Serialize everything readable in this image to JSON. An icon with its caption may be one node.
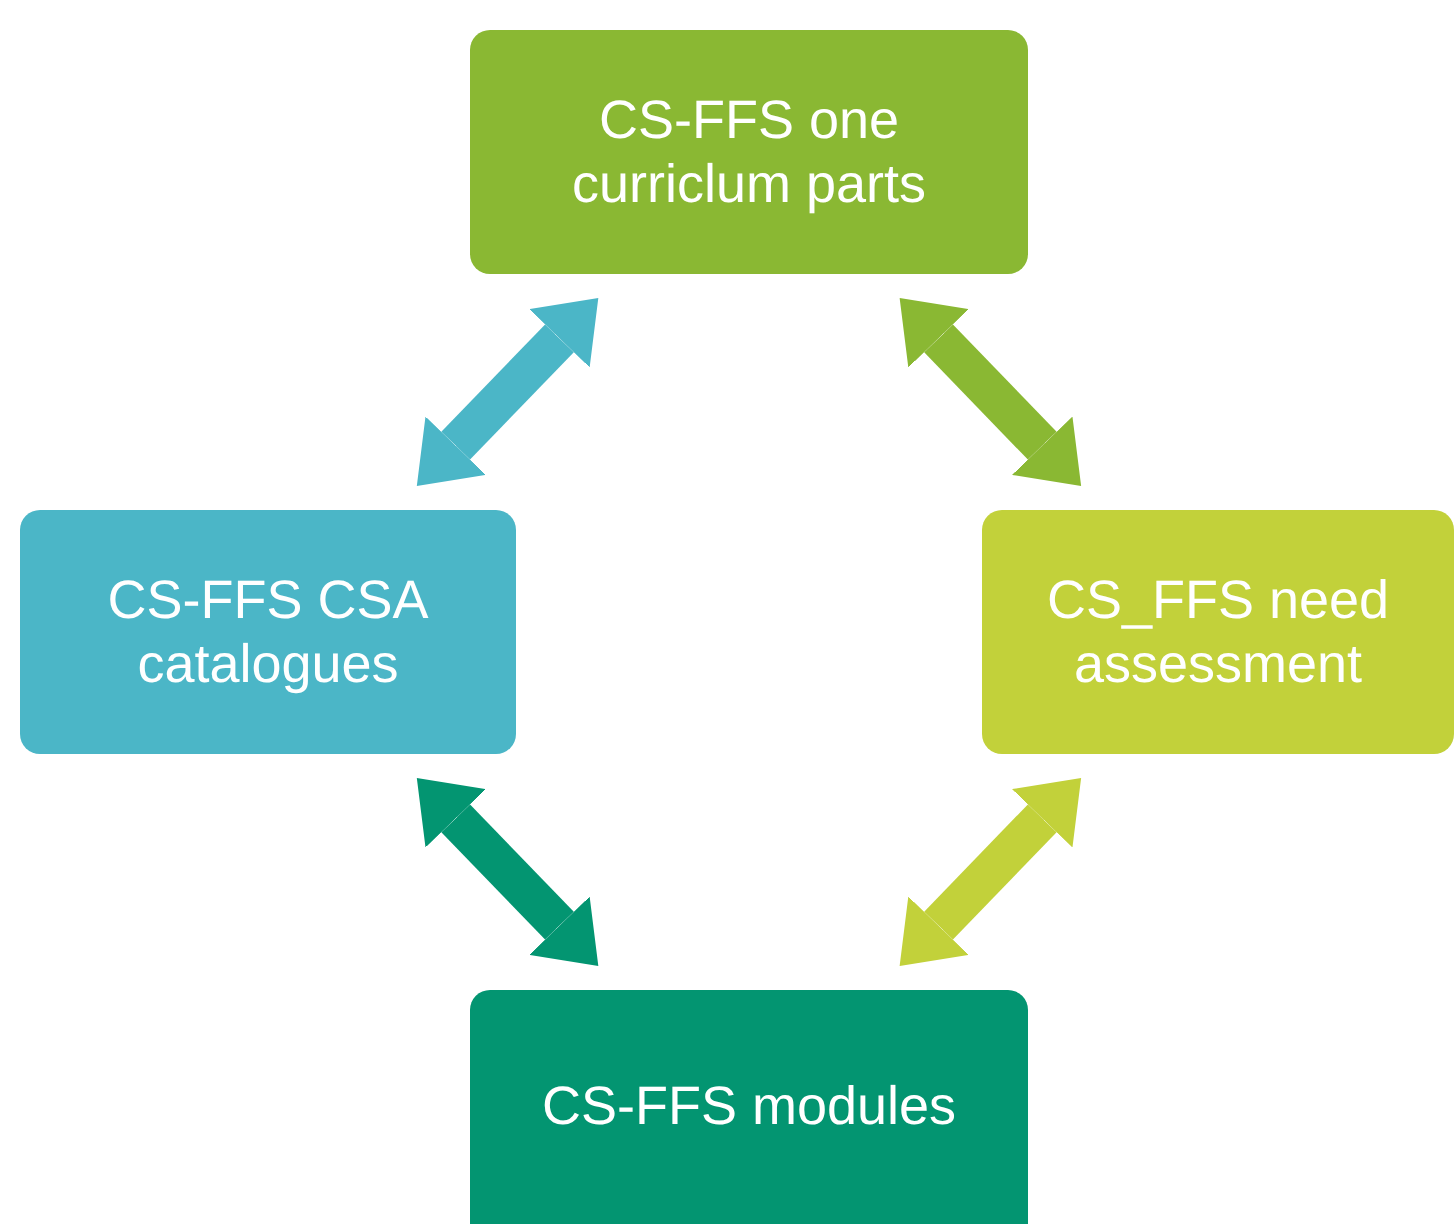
{
  "diagram": {
    "nodes": [
      {
        "text": [
          "CS-FFS one curriclum parts"
        ]
      },
      {
        "text": [
          "CS-FFS CSA catalogues"
        ]
      },
      {
        "text": [
          "CS_FFS need assessment"
        ]
      },
      {
        "text": [
          "CS-FFS modules"
        ]
      }
    ],
    "edges": [
      {
        "from": 0,
        "to": 1,
        "arrow": "both",
        "color": "#4bb6c7"
      },
      {
        "from": 0,
        "to": 2,
        "arrow": "both",
        "color": "#8ab833"
      },
      {
        "from": 1,
        "to": 3,
        "arrow": "both",
        "color": "#039571"
      },
      {
        "from": 2,
        "to": 3,
        "arrow": "both",
        "color": "#c2d13a"
      }
    ]
  }
}
